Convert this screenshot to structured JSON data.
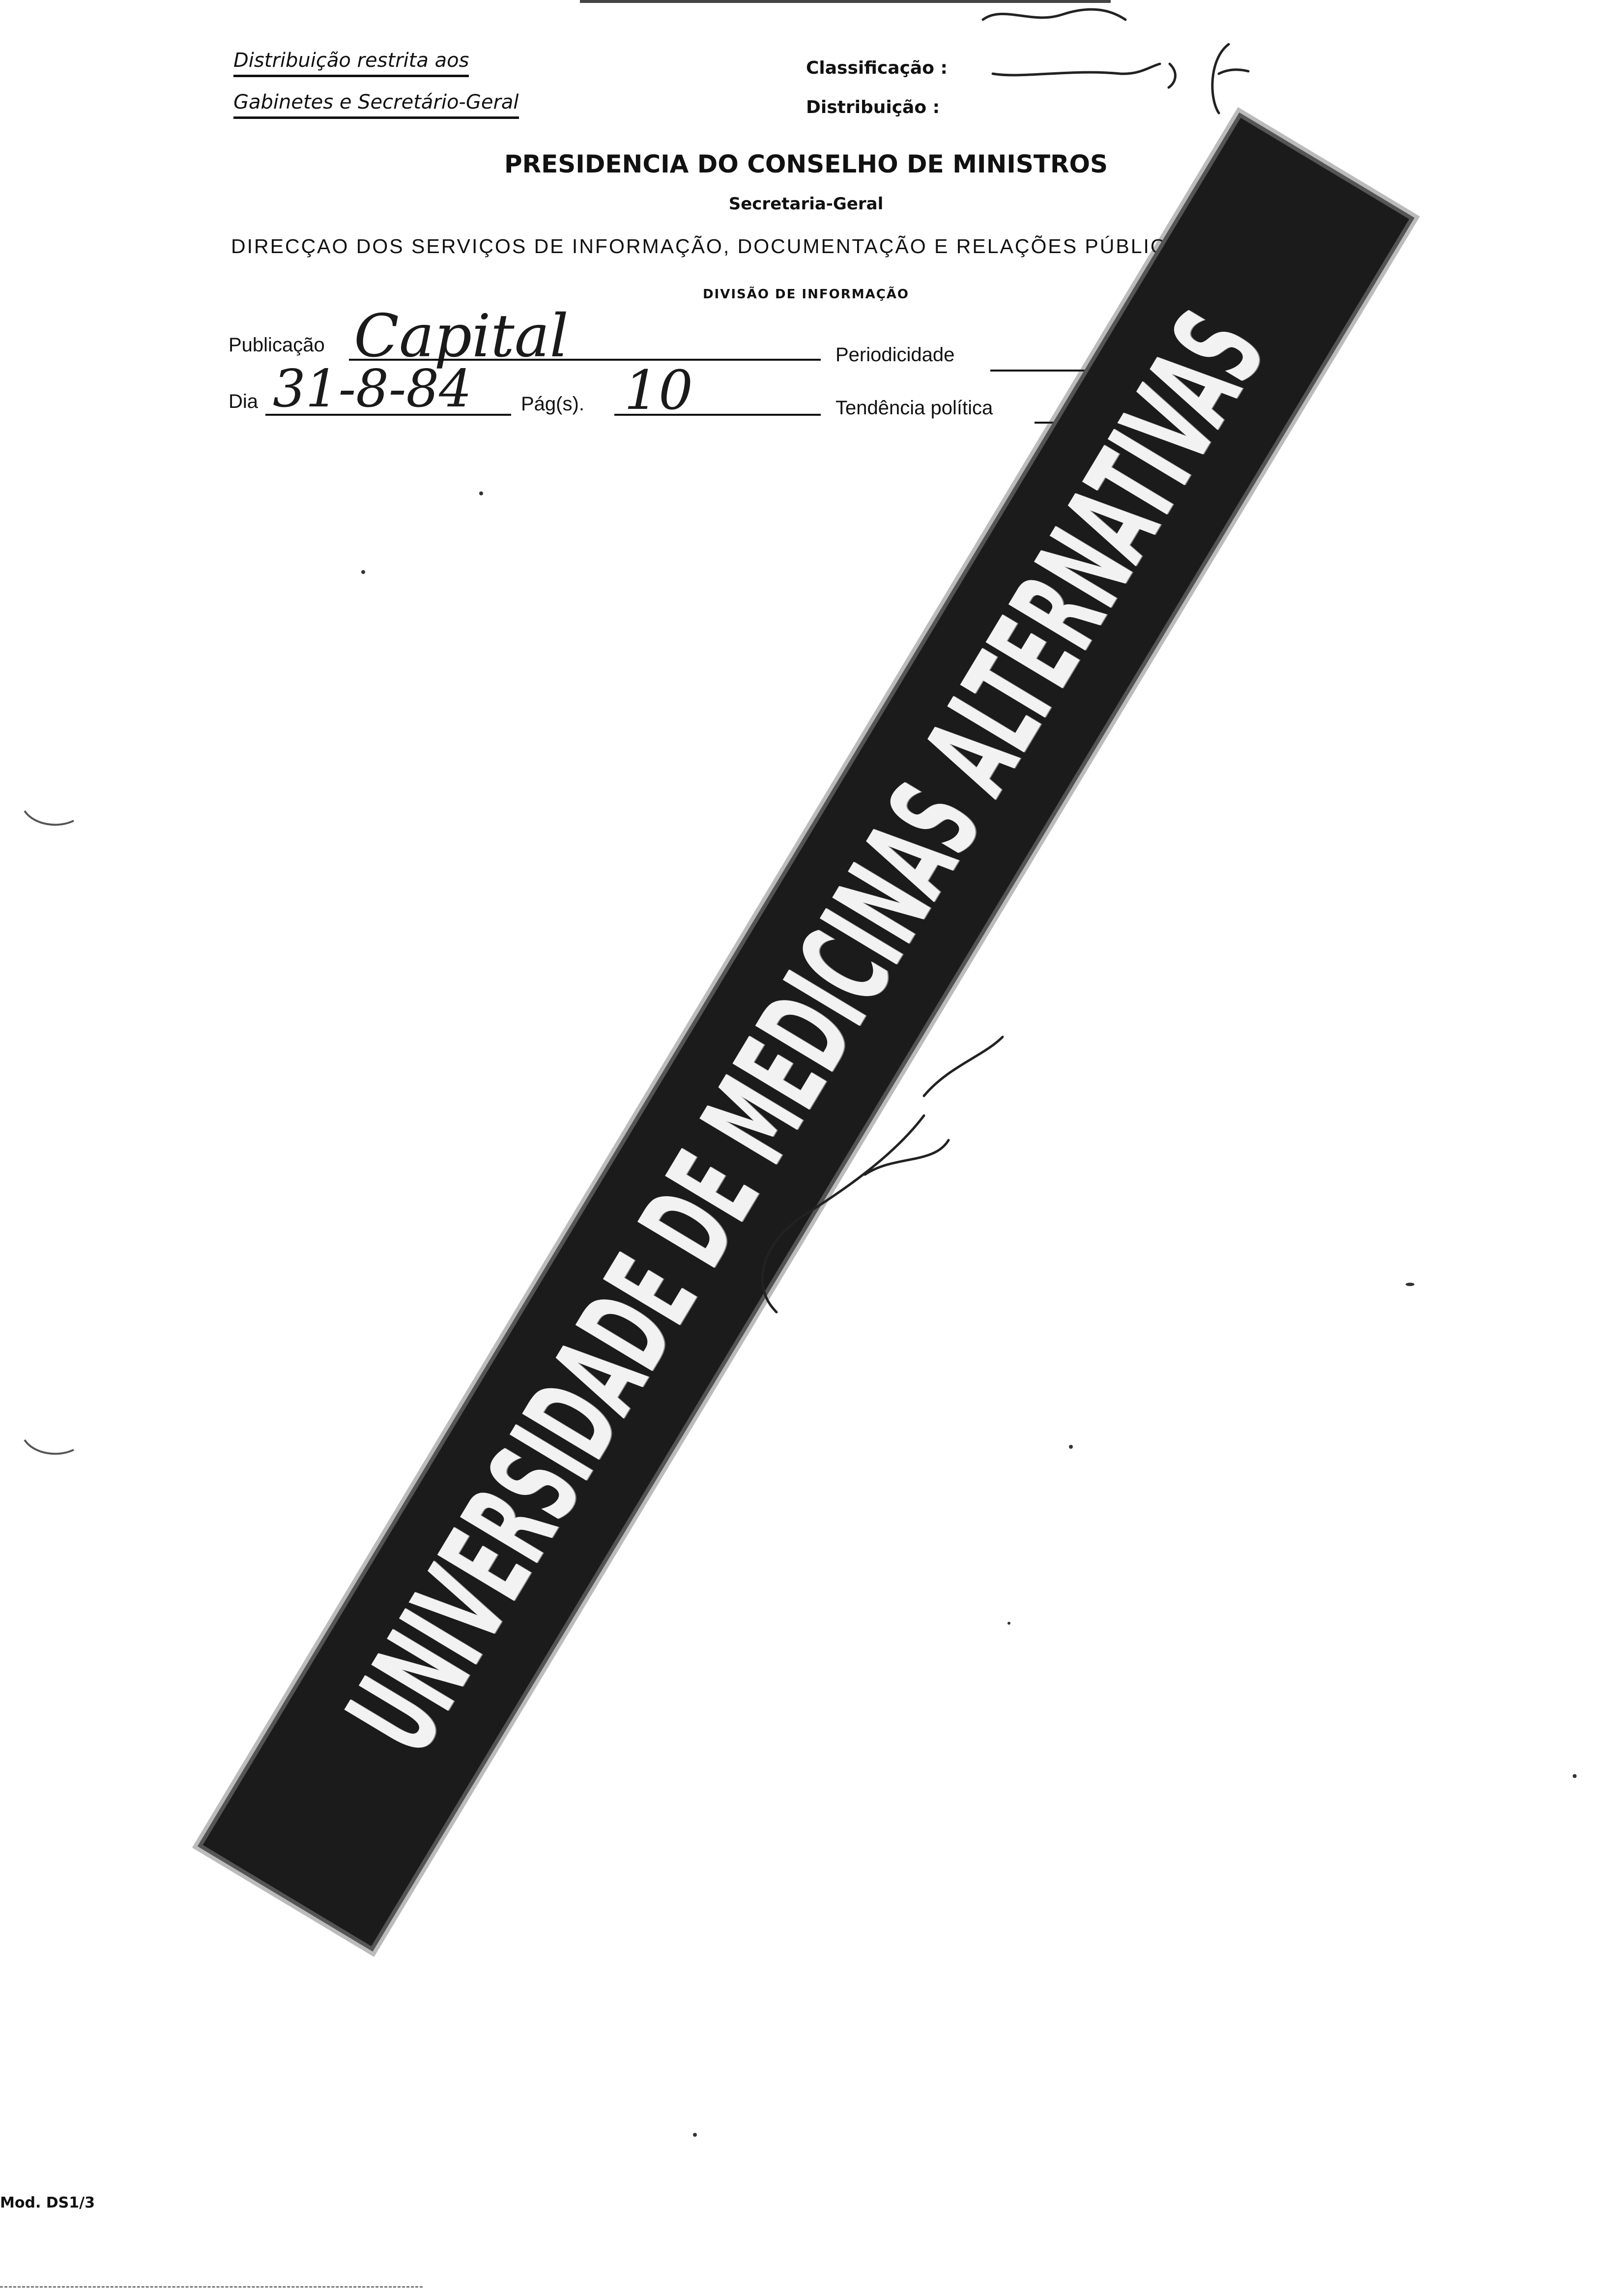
{
  "header": {
    "distribution_line1": "Distribuição restrita aos",
    "distribution_line2": "Gabinetes e Secretário-Geral",
    "classification_label": "Classificação :",
    "distribution_label": "Distribuição :"
  },
  "organization": {
    "name": "PRESIDENCIA DO CONSELHO DE MINISTROS",
    "secretariat": "Secretaria-Geral",
    "direction": "DIRECÇAO DOS SERVIÇOS DE INFORMAÇÃO, DOCUMENTAÇÃO E RELAÇÕES PÚBLICAS",
    "division": "DIVISÃO DE INFORMAÇÃO"
  },
  "form": {
    "publication_label": "Publicação",
    "publication_value": "Capital",
    "periodicity_label": "Periodicidade",
    "day_label": "Dia",
    "day_value": "31-8-84",
    "pages_label": "Pág(s).",
    "pages_value": "10",
    "political_label": "Tendência política"
  },
  "stamp": {
    "text": "UNIVERSIDADE DE MEDICINAS ALTERNATIVAS"
  },
  "footer": {
    "form_code": "Mod. DS1/3"
  }
}
